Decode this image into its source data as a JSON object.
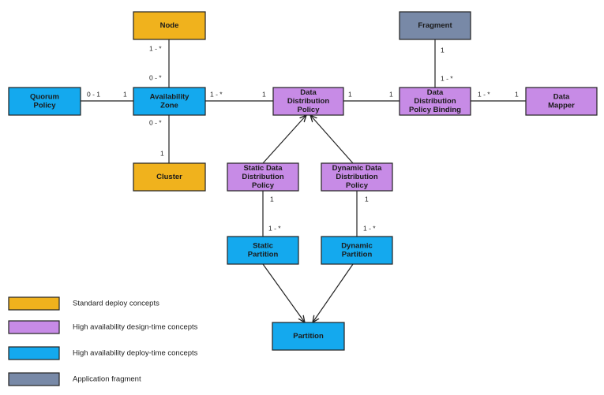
{
  "colors": {
    "standard_deploy": "#f0b21d",
    "ha_design_time": "#c78be6",
    "ha_deploy_time": "#14a9ee",
    "app_fragment": "#7889a7"
  },
  "nodes": {
    "node": {
      "lines": [
        "Node"
      ],
      "category": "standard_deploy"
    },
    "cluster": {
      "lines": [
        "Cluster"
      ],
      "category": "standard_deploy"
    },
    "quorum_policy": {
      "lines": [
        "Quorum",
        "Policy"
      ],
      "category": "ha_deploy_time"
    },
    "availability_zone": {
      "lines": [
        "Availability",
        "Zone"
      ],
      "category": "ha_deploy_time"
    },
    "data_distribution_policy": {
      "lines": [
        "Data",
        "Distribution",
        "Policy"
      ],
      "category": "ha_design_time"
    },
    "fragment": {
      "lines": [
        "Fragment"
      ],
      "category": "app_fragment"
    },
    "ddp_binding": {
      "lines": [
        "Data",
        "Distribution",
        "Policy Binding"
      ],
      "category": "ha_design_time"
    },
    "data_mapper": {
      "lines": [
        "Data",
        "Mapper"
      ],
      "category": "ha_design_time"
    },
    "static_ddp": {
      "lines": [
        "Static Data",
        "Distribution",
        "Policy"
      ],
      "category": "ha_design_time"
    },
    "dynamic_ddp": {
      "lines": [
        "Dynamic Data",
        "Distribution",
        "Policy"
      ],
      "category": "ha_design_time"
    },
    "static_partition": {
      "lines": [
        "Static",
        "Partition"
      ],
      "category": "ha_deploy_time"
    },
    "dynamic_partition": {
      "lines": [
        "Dynamic",
        "Partition"
      ],
      "category": "ha_deploy_time"
    },
    "partition": {
      "lines": [
        "Partition"
      ],
      "category": "ha_deploy_time"
    }
  },
  "multiplicities": {
    "node_az_top": "1 - *",
    "node_az_bottom": "0 - *",
    "az_cluster_top": "0 - *",
    "az_cluster_bottom": "1",
    "quorum_az_left": "0 - 1",
    "quorum_az_right": "1",
    "az_ddp_left": "1 - *",
    "az_ddp_right": "1",
    "ddp_binding_left": "1",
    "ddp_binding_right": "1",
    "fragment_binding_top": "1",
    "fragment_binding_bottom": "1 - *",
    "binding_mapper_left": "1 - *",
    "binding_mapper_right": "1",
    "static_ddp_part_top": "1",
    "static_ddp_part_bottom": "1 - *",
    "dynamic_ddp_part_top": "1",
    "dynamic_ddp_part_bottom": "1 - *"
  },
  "legend": [
    {
      "label": "Standard deploy concepts",
      "category": "standard_deploy"
    },
    {
      "label": "High availability design-time concepts",
      "category": "ha_design_time"
    },
    {
      "label": "High availability deploy-time concepts",
      "category": "ha_deploy_time"
    },
    {
      "label": "Application fragment",
      "category": "app_fragment"
    }
  ]
}
